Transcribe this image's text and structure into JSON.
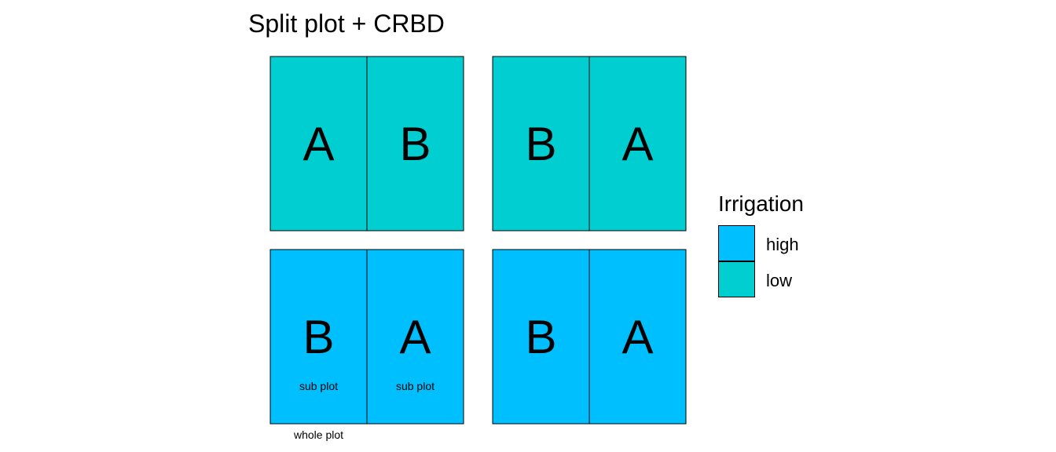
{
  "title": "Split plot + CRBD",
  "legend": {
    "title": "Irrigation",
    "items": [
      {
        "label": "high",
        "color": "#00BFFF"
      },
      {
        "label": "low",
        "color": "#00CED1"
      }
    ]
  },
  "plots": [
    {
      "irrigation": "low",
      "subplots": [
        "A",
        "B"
      ]
    },
    {
      "irrigation": "low",
      "subplots": [
        "B",
        "A"
      ]
    },
    {
      "irrigation": "high",
      "subplots": [
        "B",
        "A"
      ],
      "subplot_labels": [
        "sub plot",
        "sub plot"
      ],
      "caption": "whole plot"
    },
    {
      "irrigation": "high",
      "subplots": [
        "B",
        "A"
      ]
    }
  ]
}
